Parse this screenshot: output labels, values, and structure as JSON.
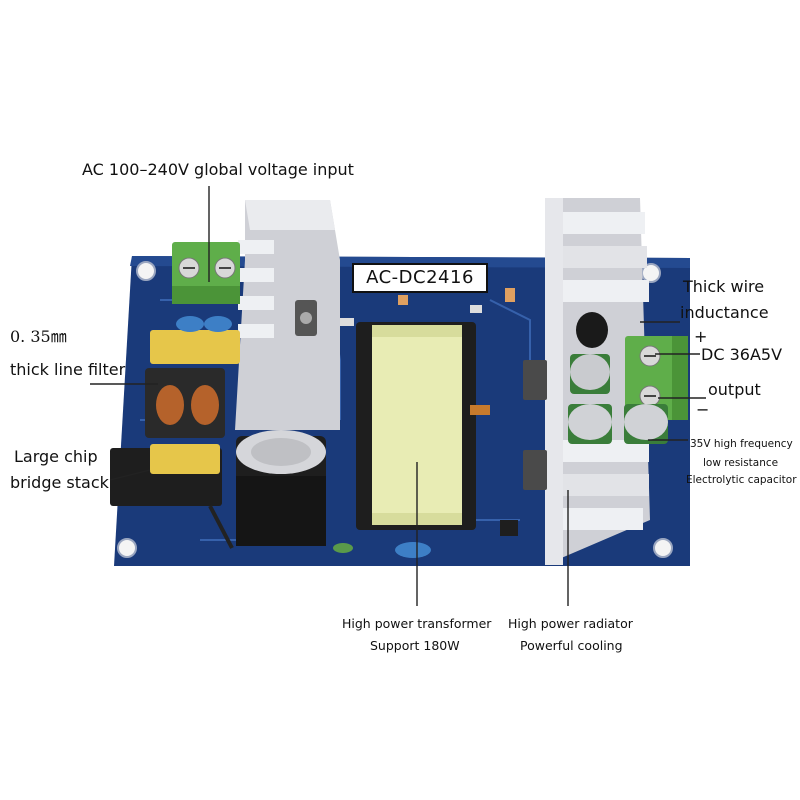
{
  "board": {
    "model": "AC-DC2416"
  },
  "annotations": {
    "ac_input": "AC 100–240V global voltage input",
    "filter_line1": "0. 35㎜",
    "filter_line2": "thick line filter",
    "bridge_line1": "Large chip",
    "bridge_line2": "bridge stack",
    "inductance_line1": "Thick wire",
    "inductance_line2": "inductance",
    "plus_sign": "+",
    "dc_output": "DC 36A5V",
    "output": "output",
    "minus_sign": "−",
    "capacitor_line1": "35V high frequency",
    "capacitor_line2": "low resistance",
    "capacitor_line3": "Electrolytic capacitor",
    "transformer_line1": "High power transformer",
    "transformer_line2": "Support 180W",
    "radiator_line1": "High power radiator",
    "radiator_line2": "Powerful cooling"
  },
  "colors": {
    "pcb": "#1a3a7a",
    "heatsink": "#dcdde2",
    "transformer": "#e8ecb4",
    "terminal": "#5fae4a"
  }
}
